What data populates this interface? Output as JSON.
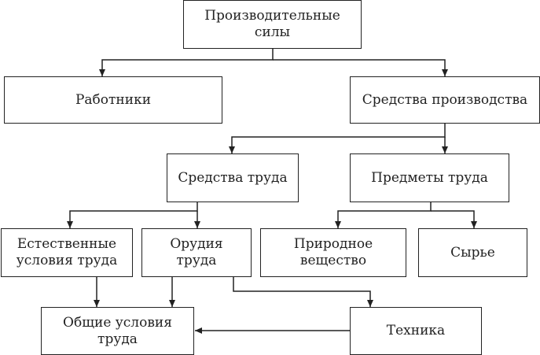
{
  "diagram": {
    "nodes": {
      "productive_forces": "Производительные\nсилы",
      "workers": "Работники",
      "means_of_production": "Средства производства",
      "means_of_labor": "Средства труда",
      "objects_of_labor": "Предметы труда",
      "natural_conditions": "Естественные\nусловия труда",
      "tools": "Орудия\nтруда",
      "natural_substance": "Природное\nвещество",
      "raw_materials": "Сырье",
      "general_conditions": "Общие условия\nтруда",
      "technology": "Техника"
    },
    "edges": [
      {
        "from": "productive_forces",
        "to": "workers"
      },
      {
        "from": "productive_forces",
        "to": "means_of_production"
      },
      {
        "from": "means_of_production",
        "to": "means_of_labor"
      },
      {
        "from": "means_of_production",
        "to": "objects_of_labor"
      },
      {
        "from": "means_of_labor",
        "to": "natural_conditions"
      },
      {
        "from": "means_of_labor",
        "to": "tools"
      },
      {
        "from": "objects_of_labor",
        "to": "natural_substance"
      },
      {
        "from": "objects_of_labor",
        "to": "raw_materials"
      },
      {
        "from": "natural_conditions",
        "to": "general_conditions"
      },
      {
        "from": "tools",
        "to": "general_conditions"
      },
      {
        "from": "tools",
        "to": "technology"
      },
      {
        "from": "technology",
        "to": "general_conditions"
      }
    ]
  }
}
